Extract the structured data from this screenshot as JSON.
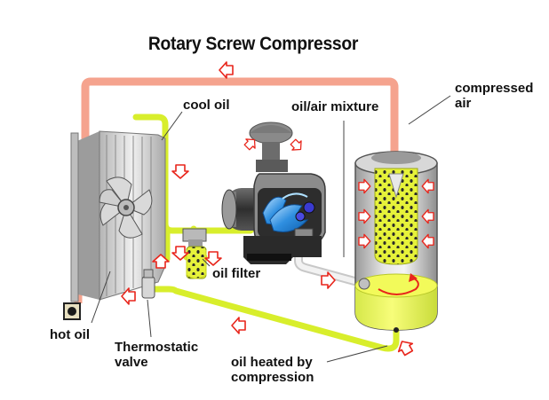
{
  "title": "Rotary Screw Compressor",
  "labels": {
    "cool_oil": "cool oil",
    "oil_air_mixture": "oil/air mixture",
    "compressed_air_line1": "compressed",
    "compressed_air_line2": "air",
    "oil_filter": "oil filter",
    "hot_oil": "hot oil",
    "thermostatic_valve_line1": "Thermostatic",
    "thermostatic_valve_line2": "valve",
    "oil_heated_line1": "oil heated by",
    "oil_heated_line2": "compression"
  },
  "colors": {
    "air_pipe": "#f5a38e",
    "oil_pipe": "#d8ee2c",
    "mixture_pipe": "#e8e8e8",
    "flow_arrow": "#e8251b",
    "screw_rotor": "#2f8fe0",
    "filter_element": "#e6f23a",
    "tank_oil": "#f2fa5a"
  },
  "icons": [
    "flow-arrow-icon",
    "rotation-arrow-icon",
    "screw-rotor-icon",
    "cooling-fan-icon"
  ]
}
